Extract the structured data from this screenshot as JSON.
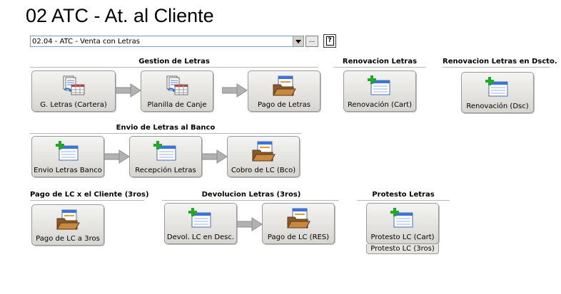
{
  "window": {
    "title": "02 ATC - At. al Cliente"
  },
  "selector": {
    "value": "02.04 - ATC - Venta con Letras",
    "dots_label": "...",
    "help_label": "?"
  },
  "sections": {
    "gestion": {
      "title": "Gestion de Letras",
      "tiles": [
        "G. Letras (Cartera)",
        "Planilla de Canje",
        "Pago de Letras"
      ]
    },
    "renovacion": {
      "title": "Renovacion Letras",
      "tiles": [
        "Renovación (Cart)"
      ]
    },
    "renovacion_dscto": {
      "title": "Renovacion Letras en Dscto.",
      "tiles": [
        "Renovación (Dsc)"
      ]
    },
    "envio": {
      "title": "Envio de Letras al Banco",
      "tiles": [
        "Envio Letras Banco",
        "Recepción Letras",
        "Cobro de LC (Bco)"
      ]
    },
    "pago_lc": {
      "title": "Pago de LC x el Cliente (3ros)",
      "tiles": [
        "Pago de LC a 3ros"
      ]
    },
    "devolucion": {
      "title": "Devolucion Letras (3ros)",
      "tiles": [
        "Devol. LC en Desc.",
        "Pago de LC (RES)"
      ]
    },
    "protesto": {
      "title": "Protesto Letras",
      "tiles": [
        "Protesto LC (Cart)"
      ],
      "sub_items": [
        "Protesto LC (3ros)"
      ]
    }
  },
  "icons": {
    "document-grid": "document-grid-icon",
    "new-window": "new-window-icon",
    "folder-payment": "folder-payment-icon"
  },
  "colors": {
    "accent_green": "#2eb82e",
    "window_blue": "#2f6fd0",
    "arrow_gray": "#a9a9a9"
  }
}
